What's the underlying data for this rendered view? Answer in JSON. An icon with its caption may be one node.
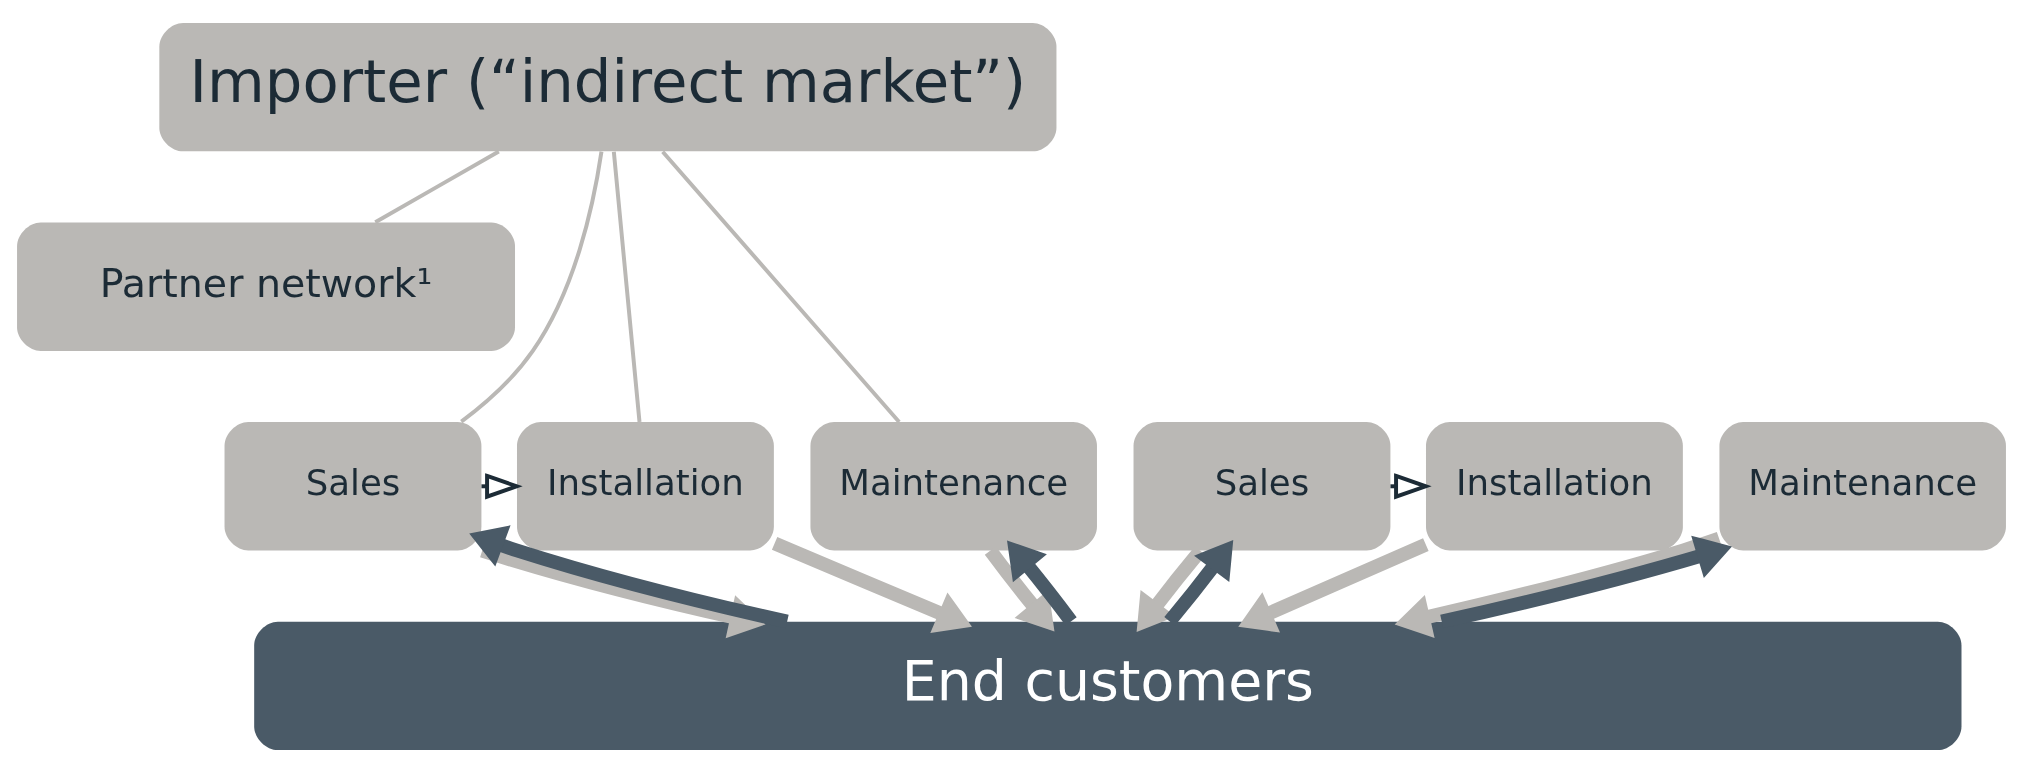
{
  "diagram": {
    "nodes": [
      {
        "text": [
          "Importer (“indirect market”)"
        ]
      },
      {
        "text": [
          "Partner network¹"
        ]
      },
      {
        "text": [
          "Sales"
        ]
      },
      {
        "text": [
          "Installation"
        ]
      },
      {
        "text": [
          "Maintenance"
        ]
      },
      {
        "text": [
          "Sales"
        ]
      },
      {
        "text": [
          "Installation"
        ]
      },
      {
        "text": [
          "Maintenance"
        ]
      },
      {
        "text": [
          "End customers"
        ]
      }
    ],
    "edges": [
      {
        "from": 0,
        "to": 1,
        "arrow": "none"
      },
      {
        "from": 0,
        "to": 2,
        "arrow": "none"
      },
      {
        "from": 0,
        "to": 3,
        "arrow": "none"
      },
      {
        "from": 0,
        "to": 4,
        "arrow": "none"
      },
      {
        "from": 2,
        "to": 3,
        "arrow": "to",
        "color": "#1c2b36"
      },
      {
        "from": 5,
        "to": 6,
        "arrow": "to",
        "color": "#1c2b36"
      },
      {
        "from": 2,
        "to": 8,
        "arrow": "to"
      },
      {
        "from": 8,
        "to": 2,
        "arrow": "to",
        "color": "#4a5a67"
      },
      {
        "from": 3,
        "to": 8,
        "arrow": "to"
      },
      {
        "from": 4,
        "to": 8,
        "arrow": "to"
      },
      {
        "from": 8,
        "to": 4,
        "arrow": "to",
        "color": "#4a5a67"
      },
      {
        "from": 5,
        "to": 8,
        "arrow": "to"
      },
      {
        "from": 8,
        "to": 5,
        "arrow": "to",
        "color": "#4a5a67"
      },
      {
        "from": 6,
        "to": 8,
        "arrow": "to"
      },
      {
        "from": 7,
        "to": 8,
        "arrow": "to"
      },
      {
        "from": 8,
        "to": 7,
        "arrow": "to",
        "color": "#4a5a67"
      }
    ]
  }
}
